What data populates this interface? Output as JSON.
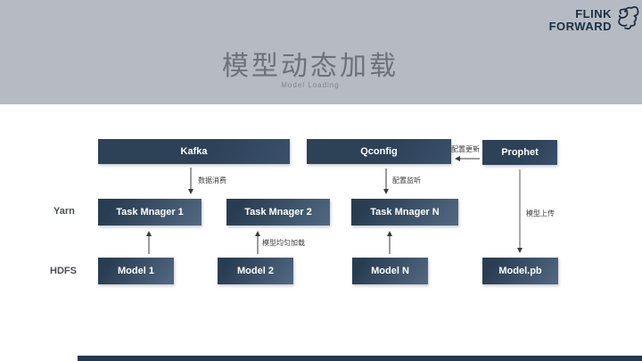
{
  "slide": {
    "title": "模型动态加载",
    "subtitle": "Model Loading",
    "logo": {
      "line1": "FLINK",
      "line2": "FORWARD"
    }
  },
  "colors": {
    "header_bg": "#b6bbc3",
    "box_navy": "#2d4157",
    "box_gradient_end": "#526982",
    "logo_navy": "#1c2f43",
    "title_gray": "#6d727a",
    "arrow": "#3a3a3a",
    "footer_bar": "#233750"
  },
  "diagram": {
    "row_labels": {
      "yarn": "Yarn",
      "hdfs": "HDFS"
    },
    "nodes": {
      "kafka": "Kafka",
      "qconfig": "Qconfig",
      "prophet": "Prophet",
      "tm1": "Task Mnager 1",
      "tm2": "Task Mnager 2",
      "tmn": "Task Mnager N",
      "model1": "Model 1",
      "model2": "Model 2",
      "modeln": "Model N",
      "modelpb": "Model.pb"
    },
    "edge_labels": {
      "data_consume": "数据消费",
      "config_listen": "配置监听",
      "config_update": "配置更新",
      "model_upload": "模型上传",
      "model_even_load": "模型均匀加载"
    }
  }
}
